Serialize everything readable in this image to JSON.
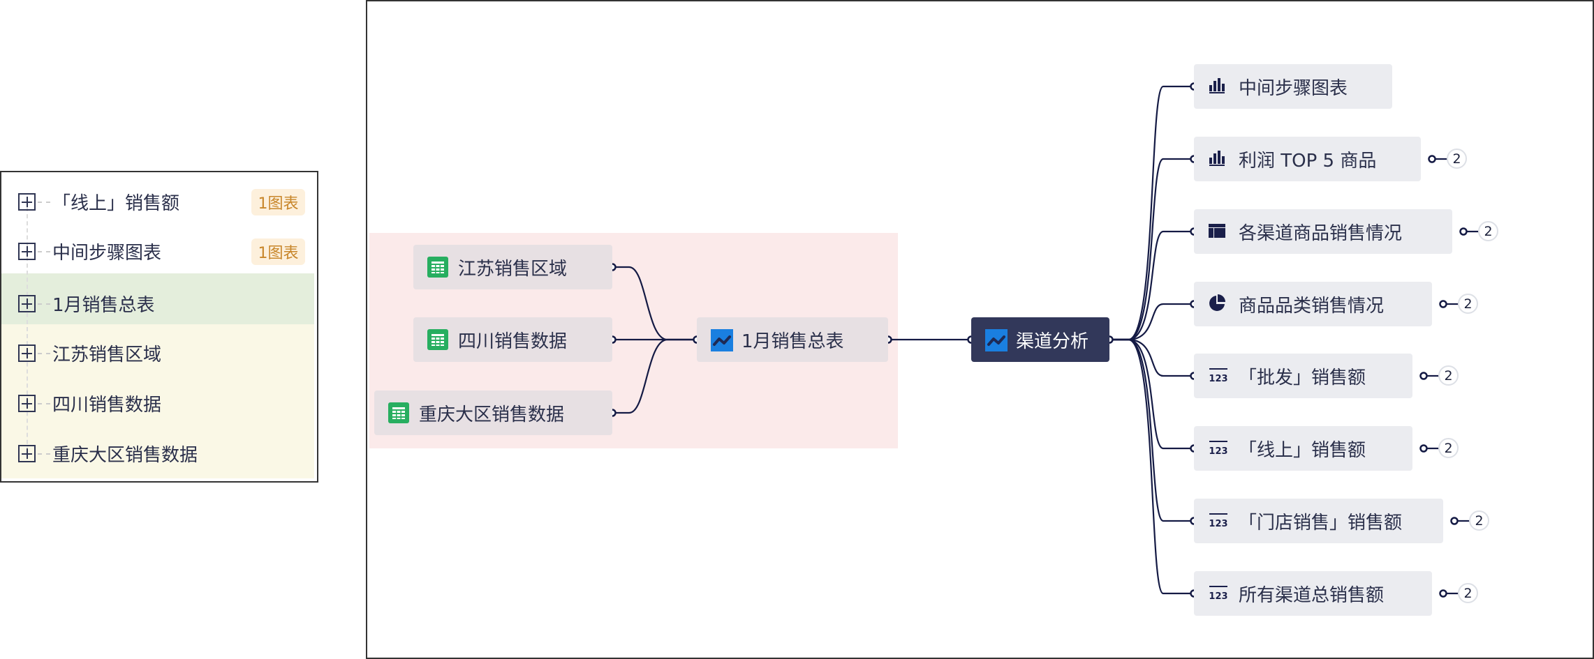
{
  "tree": {
    "items": [
      {
        "label": "「线上」销售额",
        "badge": "1图表"
      },
      {
        "label": "中间步骤图表",
        "badge": "1图表"
      },
      {
        "label": "1月销售总表"
      },
      {
        "label": "江苏销售区域"
      },
      {
        "label": "四川销售数据"
      },
      {
        "label": "重庆大区销售数据"
      }
    ]
  },
  "graph": {
    "sources": [
      {
        "label": "江苏销售区域",
        "icon": "table-icon"
      },
      {
        "label": "四川销售数据",
        "icon": "table-icon"
      },
      {
        "label": "重庆大区销售数据",
        "icon": "table-icon"
      }
    ],
    "middle": {
      "label": "1月销售总表",
      "icon": "line-chart-icon"
    },
    "root": {
      "label": "渠道分析",
      "icon": "line-chart-icon"
    },
    "children": [
      {
        "label": "中间步骤图表",
        "icon": "bar-chart-icon"
      },
      {
        "label": "利润 TOP 5 商品",
        "icon": "bar-chart-icon",
        "count": "2"
      },
      {
        "label": "各渠道商品销售情况",
        "icon": "pivot-table-icon",
        "count": "2"
      },
      {
        "label": "商品品类销售情况",
        "icon": "pie-chart-icon",
        "count": "2"
      },
      {
        "label": "「批发」销售额",
        "icon": "number-icon",
        "count": "2"
      },
      {
        "label": "「线上」销售额",
        "icon": "number-icon",
        "count": "2"
      },
      {
        "label": "「门店销售」销售额",
        "icon": "number-icon",
        "count": "2"
      },
      {
        "label": "所有渠道总销售额",
        "icon": "number-icon",
        "count": "2"
      }
    ]
  },
  "colors": {
    "root": "#32385a",
    "group": "#fbeaea",
    "badge": "#c8862a"
  }
}
